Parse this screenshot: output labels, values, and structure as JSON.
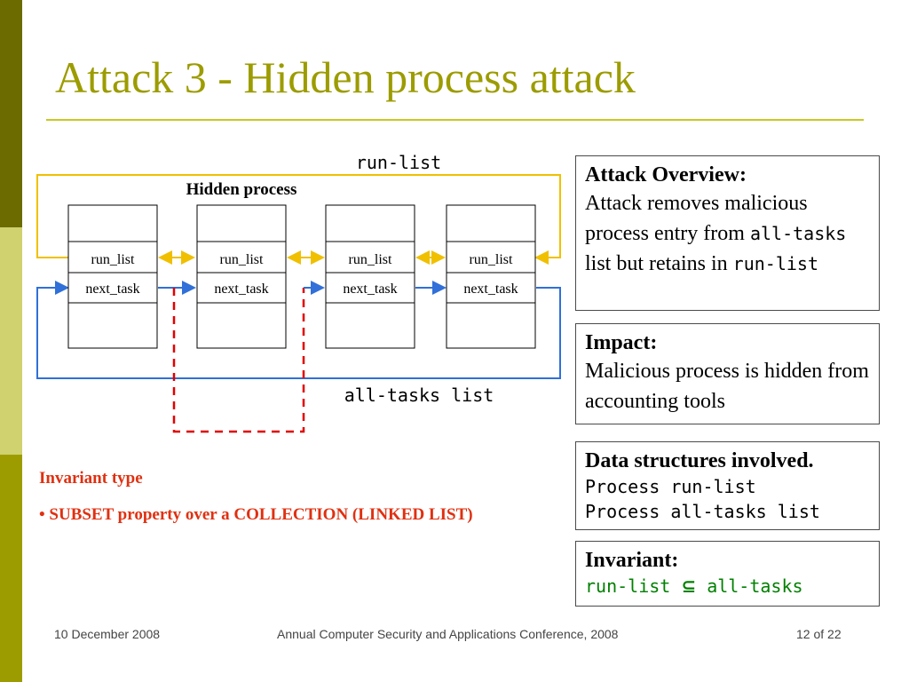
{
  "slide": {
    "title": "Attack 3 - Hidden process attack",
    "accent_color": "#9c9c00"
  },
  "diagram": {
    "run_list_label": "run-list",
    "all_tasks_label": "all-tasks list",
    "hidden_process_label": "Hidden process",
    "nodes": [
      {
        "run_list": "run_list",
        "next_task": "next_task"
      },
      {
        "run_list": "run_list",
        "next_task": "next_task"
      },
      {
        "run_list": "run_list",
        "next_task": "next_task"
      },
      {
        "run_list": "run_list",
        "next_task": "next_task"
      }
    ],
    "colors": {
      "run_list_arrows": "#f0c000",
      "all_tasks_arrows": "#3070d8",
      "hidden_path": "#e00000"
    }
  },
  "overview": {
    "heading": "Attack Overview:",
    "text1": "Attack removes malicious process entry from",
    "code1": "all-tasks",
    "text2": "list but retains in",
    "code2": "run-list"
  },
  "impact": {
    "heading": "Impact:",
    "text": "Malicious process is hidden from accounting tools"
  },
  "data_structures": {
    "heading": "Data structures involved.",
    "items": [
      "Process run-list",
      "Process all-tasks list"
    ]
  },
  "invariant": {
    "heading": "Invariant:",
    "lhs": "run-list",
    "symbol": "⊆",
    "rhs": "all-tasks"
  },
  "invariant_type": {
    "label": "Invariant type",
    "property": "• SUBSET property over a  COLLECTION (LINKED LIST)"
  },
  "footer": {
    "date": "10 December 2008",
    "conference": "Annual Computer Security and Applications Conference, 2008",
    "page": "12 of  22"
  }
}
